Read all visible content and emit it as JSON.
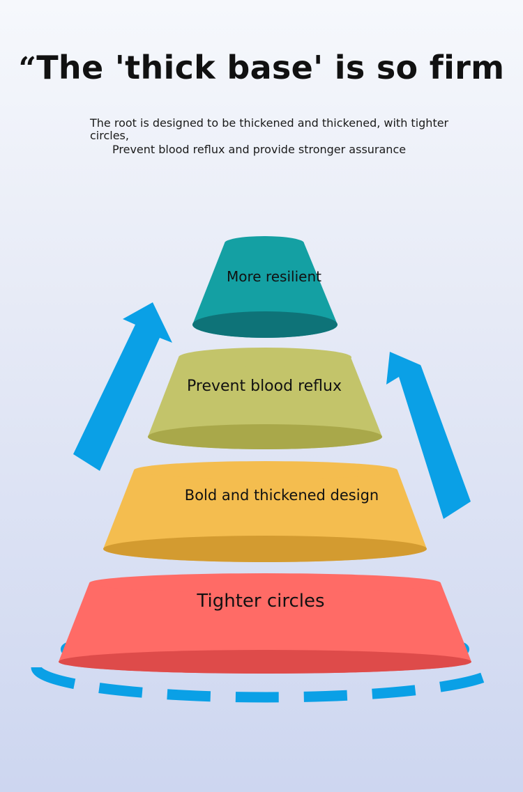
{
  "header": {
    "quote_mark": "“",
    "title": "The 'thick base' is so firm",
    "subtitle_line1": "The root is designed to be thickened and thickened, with tighter circles,",
    "subtitle_line2": "Prevent blood reflux and provide stronger assurance"
  },
  "tiers": [
    {
      "label": "More resilient",
      "top_color": "#14a0a3",
      "bottom_color": "#0e7378"
    },
    {
      "label": "Prevent blood reflux",
      "top_color": "#c3c46a",
      "bottom_color": "#a9a84a"
    },
    {
      "label": "Bold and thickened design",
      "top_color": "#f4bd4f",
      "bottom_color": "#d39b30"
    },
    {
      "label": "Tighter circles",
      "top_color": "#ff6b66",
      "bottom_color": "#de4b4a"
    }
  ],
  "accent_color": "#0aa0e6"
}
